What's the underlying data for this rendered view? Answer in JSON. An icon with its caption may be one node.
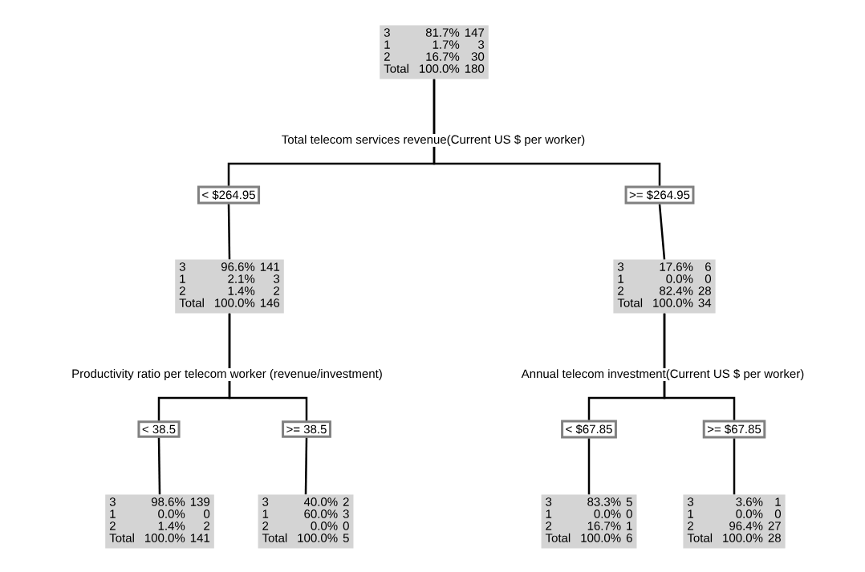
{
  "diagram": {
    "nodes": [
      {
        "text": [
          "3",
          "81.7%",
          "147",
          "1",
          "1.7%",
          "3",
          "2",
          "16.7%",
          "30",
          "Total",
          "100.0%",
          "180"
        ]
      },
      {
        "text": [
          "< $264.95"
        ]
      },
      {
        "text": [
          ">= $264.95"
        ]
      },
      {
        "text": [
          "3",
          "96.6%",
          "141",
          "1",
          "2.1%",
          "3",
          "2",
          "1.4%",
          "2",
          "Total",
          "100.0%",
          "146"
        ]
      },
      {
        "text": [
          "3",
          "17.6%",
          "6",
          "1",
          "0.0%",
          "0",
          "2",
          "82.4%",
          "28",
          "Total",
          "100.0%",
          "34"
        ]
      },
      {
        "text": [
          "< 38.5"
        ]
      },
      {
        "text": [
          ">= 38.5"
        ]
      },
      {
        "text": [
          "< $67.85"
        ]
      },
      {
        "text": [
          ">= $67.85"
        ]
      },
      {
        "text": [
          "3",
          "98.6%",
          "139",
          "1",
          "0.0%",
          "0",
          "2",
          "1.4%",
          "2",
          "Total",
          "100.0%",
          "141"
        ]
      },
      {
        "text": [
          "3",
          "40.0%",
          "2",
          "1",
          "60.0%",
          "3",
          "2",
          "0.0%",
          "0",
          "Total",
          "100.0%",
          "5"
        ]
      },
      {
        "text": [
          "3",
          "83.3%",
          "5",
          "1",
          "0.0%",
          "0",
          "2",
          "16.7%",
          "1",
          "Total",
          "100.0%",
          "6"
        ]
      },
      {
        "text": [
          "3",
          "3.6%",
          "1",
          "1",
          "0.0%",
          "0",
          "2",
          "96.4%",
          "27",
          "Total",
          "100.0%",
          "28"
        ]
      }
    ],
    "edges": [
      {
        "from": 0,
        "to": 1,
        "arrow": "none"
      },
      {
        "from": 0,
        "to": 2,
        "arrow": "none"
      },
      {
        "from": 1,
        "to": 3,
        "arrow": "none"
      },
      {
        "from": 2,
        "to": 4,
        "arrow": "none"
      },
      {
        "from": 3,
        "to": 5,
        "arrow": "none"
      },
      {
        "from": 3,
        "to": 6,
        "arrow": "none"
      },
      {
        "from": 4,
        "to": 7,
        "arrow": "none"
      },
      {
        "from": 4,
        "to": 8,
        "arrow": "none"
      },
      {
        "from": 5,
        "to": 9,
        "arrow": "none"
      },
      {
        "from": 6,
        "to": 10,
        "arrow": "none"
      },
      {
        "from": 7,
        "to": 11,
        "arrow": "none"
      },
      {
        "from": 8,
        "to": 12,
        "arrow": "none"
      }
    ],
    "labels": [
      "Total telecom services revenue(Current US $ per worker)",
      "Productivity ratio per telecom worker (revenue/investment)",
      "Annual telecom investment(Current US $ per worker)"
    ]
  }
}
